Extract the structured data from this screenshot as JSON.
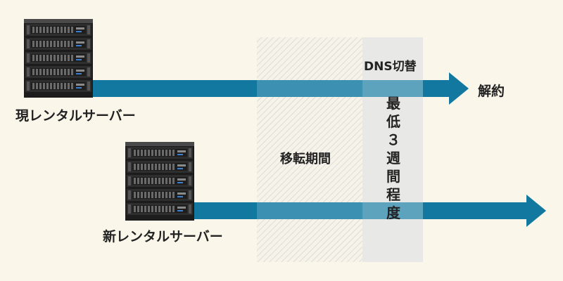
{
  "labels": {
    "current_server": "現レンタルサーバー",
    "new_server": "新レンタルサーバー",
    "migration_period": "移転期間",
    "dns_switch": "DNS切替",
    "min_period": "最低３週間程度",
    "cancel": "解約"
  },
  "colors": {
    "background": "#faf6ea",
    "arrow": "#1278a0",
    "hatch_line": "#d8d8d8",
    "dns_band": "#e6e6e6",
    "server_body": "#3a3a3a"
  },
  "icons": {
    "server": "server-rack-icon"
  }
}
